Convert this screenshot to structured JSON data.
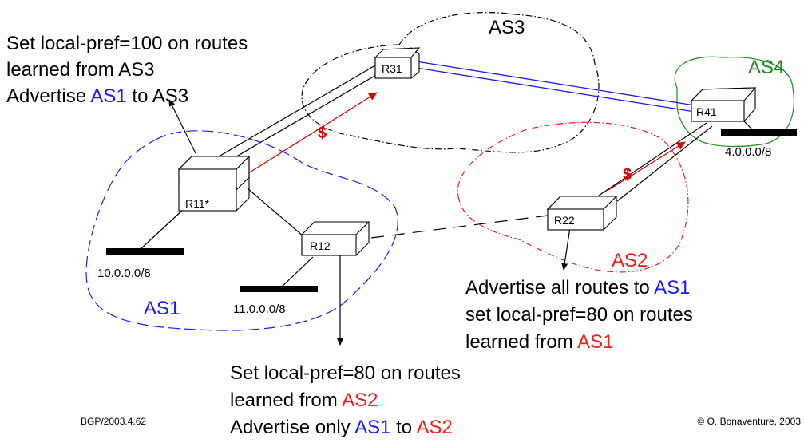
{
  "as": {
    "as1": {
      "label": "AS1",
      "color": "#1a1aff"
    },
    "as2": {
      "label": "AS2",
      "color": "#ff1a1a"
    },
    "as3": {
      "label": "AS3",
      "color": "#000000"
    },
    "as4": {
      "label": "AS4",
      "color": "#1e8c1e"
    }
  },
  "routers": {
    "r31": "R31",
    "r41": "R41",
    "r11": "R11*",
    "r12": "R12",
    "r22": "R22"
  },
  "prefixes": {
    "p10": "10.0.0.0/8",
    "p11": "11.0.0.0/8",
    "p4": "4.0.0.0/8"
  },
  "money_symbol": "$",
  "notes": {
    "r11": {
      "line1": "Set local-pref=100 on routes",
      "line2": "learned from AS3",
      "line3_pre": "Advertise ",
      "line3_as": "AS1",
      "line3_post": " to AS3"
    },
    "r22": {
      "line1_pre": "Advertise all routes to ",
      "line1_as": "AS1",
      "line2": "set local-pref=80 on routes",
      "line3_pre": "learned from ",
      "line3_as": "AS1"
    },
    "r12": {
      "line1": "Set local-pref=80 on routes",
      "line2_pre": "learned from ",
      "line2_as": "AS2",
      "line3_pre": "Advertise only ",
      "line3_as1": "AS1",
      "line3_mid": " to ",
      "line3_as2": "AS2"
    }
  },
  "footer": {
    "left": "BGP/2003.4.62",
    "right": "© O. Bonaventure, 2003"
  }
}
